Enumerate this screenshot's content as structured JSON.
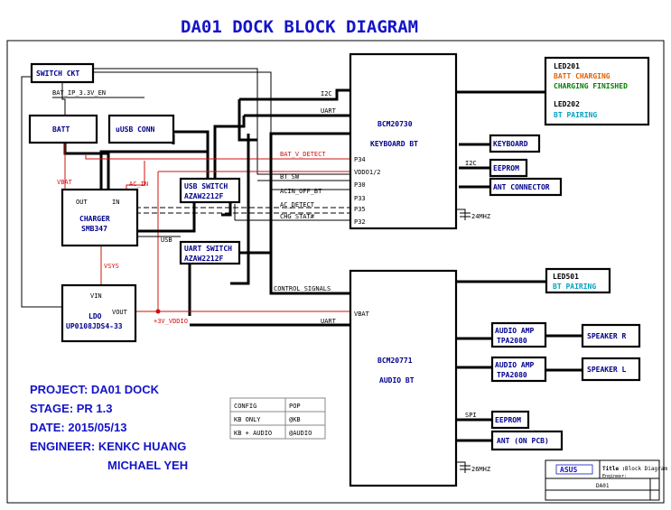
{
  "title": "DA01 DOCK BLOCK DIAGRAM",
  "colors": {
    "blue": "#1414c8",
    "red": "#d01010",
    "orange": "#e06000",
    "green": "#008000",
    "teal": "#00a0c0"
  },
  "blocks": {
    "switch_ckt": "SWITCH CKT",
    "batt": "BATT",
    "uusb_conn": "uUSB CONN",
    "charger": [
      "CHARGER",
      "SMB347"
    ],
    "ldo": [
      "LDO",
      "UP0108JDS4-33"
    ],
    "usb_switch": [
      "USB SWITCH",
      "AZAW2212F"
    ],
    "uart_switch": [
      "UART SWITCH",
      "AZAW2212F"
    ],
    "bcm20730": [
      "BCM20730",
      "KEYBOARD BT"
    ],
    "bcm20771": [
      "BCM20771",
      "AUDIO BT"
    ],
    "keyboard": "KEYBOARD",
    "eeprom_kb": "EEPROM",
    "ant_connector": "ANT CONNECTOR",
    "audio_amp_1": [
      "AUDIO AMP",
      "TPA2080"
    ],
    "audio_amp_2": [
      "AUDIO AMP",
      "TPA2080"
    ],
    "speaker_r": "SPEAKER R",
    "speaker_l": "SPEAKER L",
    "eeprom_audio": "EEPROM",
    "ant_pcb": "ANT (ON PCB)"
  },
  "led_top": {
    "line1": "LED201",
    "line2": "BATT CHARGING",
    "line3": "CHARGING FINISHED",
    "line4": "LED202",
    "line5": "BT PAIRING"
  },
  "led_bottom": {
    "line1": "LED501",
    "line2": "BT PAIRING"
  },
  "signals": {
    "bat_ip": "BAT_IP_3.3V_EN",
    "i2c_top": "I2C",
    "uart_top": "UART",
    "bat_v_detect": "BAT_V_DETECT",
    "bt_sw": "BT_SW",
    "acin_off_bt": "ACIN_OFF_BT",
    "ac_detect": "AC_DETECT",
    "chg_stat": "CHG_STAT#",
    "p34": "P34",
    "vddo": "VDDO1/2",
    "p30": "P30",
    "p33": "P33",
    "p35": "P35",
    "p32": "P32",
    "vbat_left": "VBAT",
    "ac_in": "AC_IN",
    "out": "OUT",
    "in": "IN",
    "usb": "USB",
    "vsys": "VSYS",
    "vin": "VIN",
    "vout": "VOUT",
    "vddio": "+3V_VDDIO",
    "control_signals": "CONTROL SIGNALS",
    "uart_bottom": "UART",
    "vbat_bottom": "VBAT",
    "i2c_eeprom": "I2C",
    "spi": "SPI",
    "xtal_top": "24MHZ",
    "xtal_bottom": "26MHZ"
  },
  "config_table": {
    "rows": [
      [
        "CONFIG",
        "POP"
      ],
      [
        "KB ONLY",
        "@KB"
      ],
      [
        "KB + AUDIO",
        "@AUDIO"
      ]
    ]
  },
  "project": {
    "line1": "PROJECT: DA01 DOCK",
    "line2": "STAGE: PR 1.3",
    "line3": "DATE: 2015/05/13",
    "line4": "ENGINEER: KENKC HUANG",
    "line5": "MICHAEL YEH"
  },
  "title_block": {
    "logo": "ASUS",
    "title_label": "Title :",
    "title_value": "Block Diagram",
    "engineer_label": "Engineer:",
    "project_value": "DA01"
  }
}
